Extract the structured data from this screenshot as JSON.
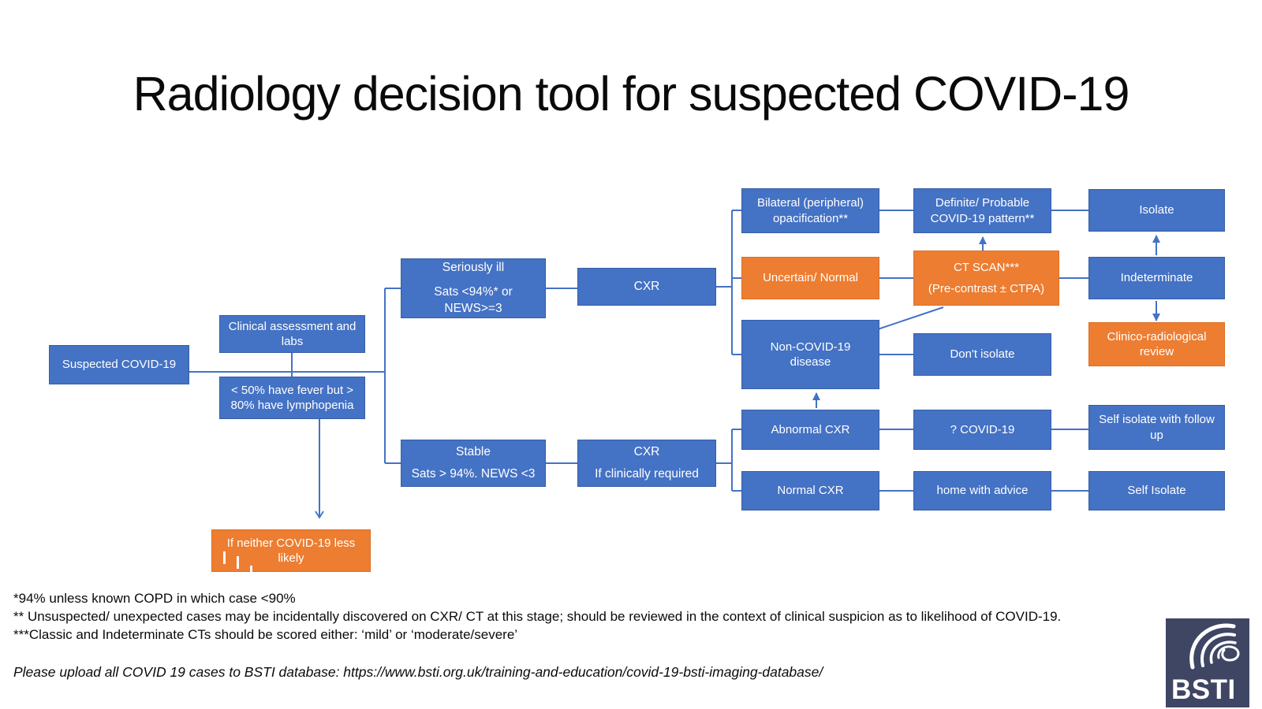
{
  "title": "Radiology decision tool for suspected COVID-19",
  "colors": {
    "box_blue": "#4472C4",
    "box_orange": "#ED7D31",
    "connector_blue": "#4472C4",
    "logo_navy": "#3E4663"
  },
  "nodes": {
    "suspected": {
      "label": "Suspected COVID-19"
    },
    "clinical": {
      "label": "Clinical assessment and labs"
    },
    "fever": {
      "label": "< 50% have fever but > 80% have lymphopenia"
    },
    "seriously": {
      "line1": "Seriously ill",
      "line2": "Sats <94%* or NEWS>=3"
    },
    "cxr_top": {
      "label": "CXR"
    },
    "stable": {
      "line1": "Stable",
      "line2": "Sats > 94%. NEWS <3"
    },
    "cxr_bottom": {
      "line1": "CXR",
      "line2": "If clinically required"
    },
    "bilateral": {
      "label": "Bilateral (peripheral) opacification**"
    },
    "definite": {
      "line1": "Definite/ Probable",
      "line2": "COVID-19 pattern**"
    },
    "isolate": {
      "label": "Isolate"
    },
    "uncertain": {
      "label": "Uncertain/ Normal"
    },
    "ctscan": {
      "line1": "CT SCAN***",
      "line2": "(Pre-contrast ± CTPA)"
    },
    "indeterminate": {
      "label": "Indeterminate"
    },
    "noncovid": {
      "label": "Non-COVID-19 disease"
    },
    "dontisolate": {
      "label": "Don't isolate"
    },
    "clinico": {
      "label": "Clinico-radiological review"
    },
    "abnormal": {
      "label": "Abnormal CXR"
    },
    "qcovid": {
      "label": "? COVID-19"
    },
    "selfisolate_followup": {
      "label": "Self isolate with follow up"
    },
    "normalcxr": {
      "label": "Normal CXR"
    },
    "homeadvice": {
      "label": "home with advice"
    },
    "selfisolate": {
      "label": "Self Isolate"
    },
    "ifneither": {
      "label": "If neither COVID-19 less likely"
    }
  },
  "footnotes": {
    "line1": "*94% unless known COPD in which case <90%",
    "line2": "** Unsuspected/ unexpected cases may be incidentally discovered on CXR/ CT at this stage; should be reviewed in the context of clinical suspicion as to likelihood of COVID-19.",
    "line3": "***Classic and Indeterminate CTs should be scored either: ‘mild’ or ‘moderate/severe’"
  },
  "upload_note": "Please upload all COVID 19 cases to BSTI database: https://www.bsti.org.uk/training-and-education/covid-19-bsti-imaging-database/",
  "logo": {
    "text": "BSTI"
  }
}
